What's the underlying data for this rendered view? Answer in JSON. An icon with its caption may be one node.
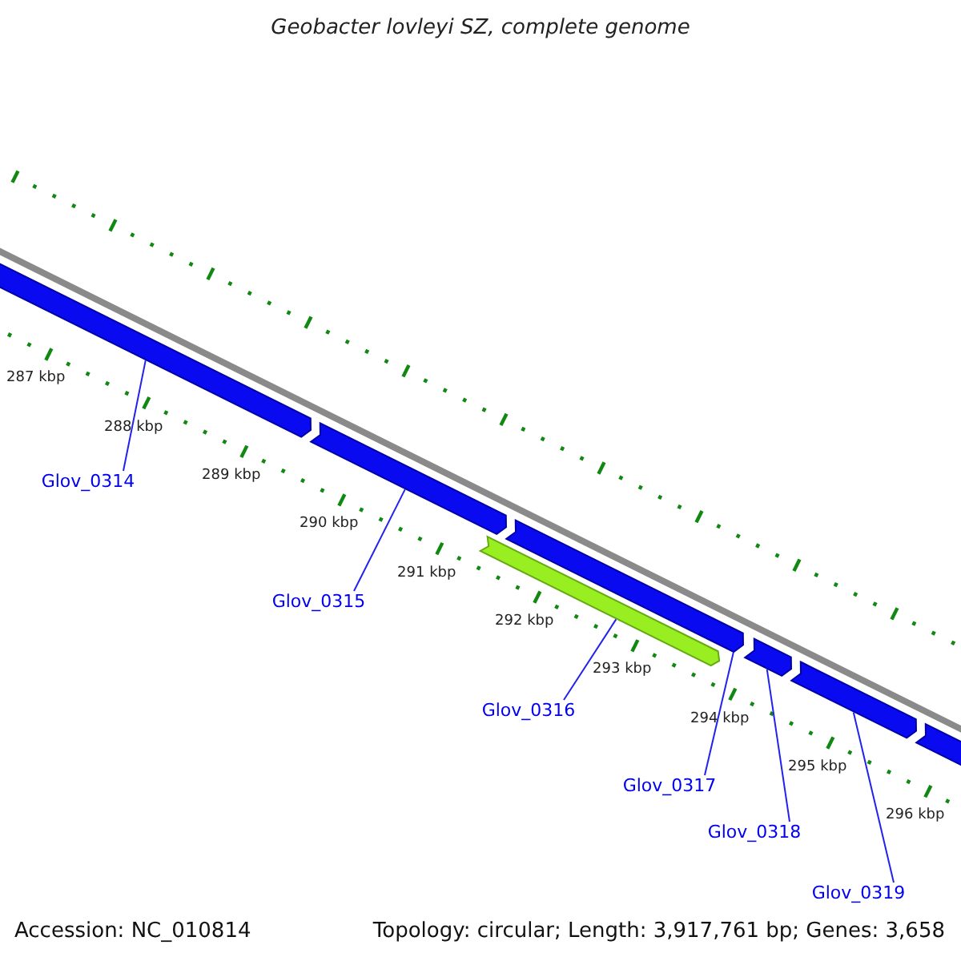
{
  "diagram": {
    "title": "Geobacter lovleyi SZ, complete genome",
    "nodes": [
      {
        "text": [],
        "shape": "bar"
      },
      {
        "text": [],
        "shape": "bar"
      },
      {
        "text": [],
        "shape": "bar"
      },
      {
        "text": [],
        "shape": "bar"
      },
      {
        "text": [],
        "shape": "bar"
      },
      {
        "text": [],
        "shape": "bar"
      },
      {
        "text": [],
        "shape": "bar"
      },
      {
        "text": [
          "Glov_0314"
        ]
      },
      {
        "text": [
          "Glov_0315"
        ]
      },
      {
        "text": [
          "Glov_0316"
        ]
      },
      {
        "text": [
          "Glov_0317"
        ]
      },
      {
        "text": [
          "Glov_0318"
        ]
      },
      {
        "text": [
          "Glov_0319"
        ]
      }
    ],
    "edges": [
      {
        "from": 7,
        "to": 0,
        "arrow": "none"
      },
      {
        "from": 8,
        "to": 1,
        "arrow": "none"
      },
      {
        "from": 9,
        "to": 2,
        "arrow": "none"
      },
      {
        "from": 10,
        "to": 3,
        "arrow": "none"
      },
      {
        "from": 11,
        "to": 4,
        "arrow": "none"
      },
      {
        "from": 12,
        "to": 5,
        "arrow": "none"
      }
    ],
    "labels": [
      "287 kbp",
      "288 kbp",
      "289 kbp",
      "290 kbp",
      "291 kbp",
      "292 kbp",
      "293 kbp",
      "294 kbp",
      "295 kbp",
      "296 kbp",
      "Accession: NC_010814",
      "Topology: circular; Length: 3,917,761 bp; Genes: 3,658"
    ]
  }
}
